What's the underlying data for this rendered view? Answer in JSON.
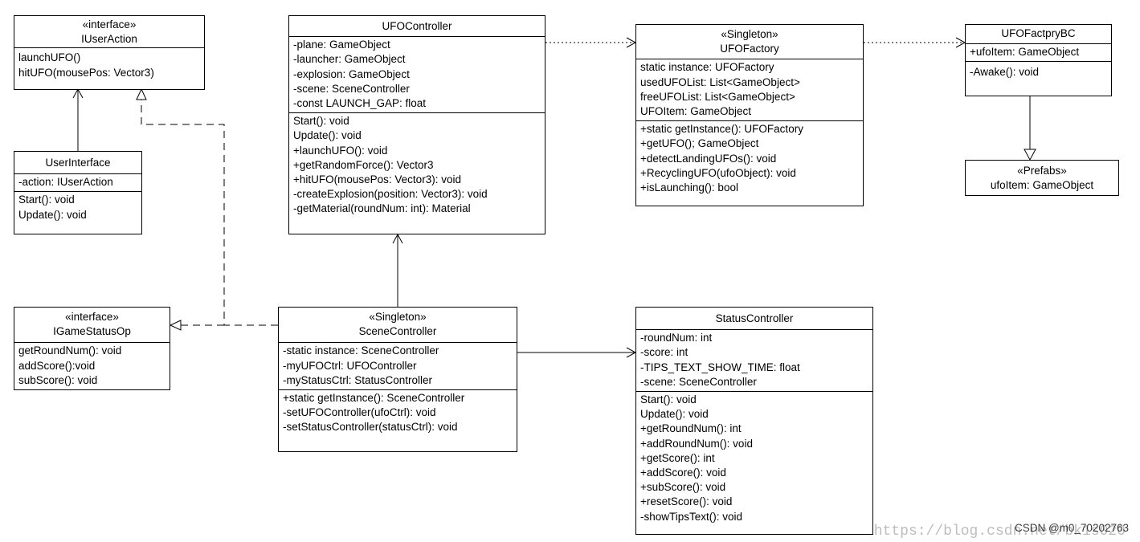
{
  "classes": {
    "iuseraction": {
      "stereotype": "«interface»",
      "name": "IUserAction",
      "attributes": [],
      "methods": [
        "launchUFO()",
        "hitUFO(mousePos: Vector3)"
      ]
    },
    "userinterface": {
      "name": "UserInterface",
      "attributes": [
        "-action: IUserAction"
      ],
      "methods": [
        "Start(): void",
        "Update(): void"
      ]
    },
    "ufocontroller": {
      "name": "UFOController",
      "attributes": [
        "-plane: GameObject",
        "-launcher: GameObject",
        "-explosion: GameObject",
        "-scene: SceneController",
        "-const LAUNCH_GAP: float"
      ],
      "methods": [
        "Start(): void",
        "Update(): void",
        "+launchUFO(): void",
        "+getRandomForce(): Vector3",
        "+hitUFO(mousePos: Vector3): void",
        "-createExplosion(position: Vector3): void",
        "-getMaterial(roundNum: int): Material"
      ]
    },
    "ufofactory": {
      "stereotype": "«Singleton»",
      "name": "UFOFactory",
      "attributes": [
        "static instance: UFOFactory",
        "usedUFOList: List<GameObject>",
        "freeUFOList: List<GameObject>",
        "UFOItem: GameObject"
      ],
      "methods": [
        "+static getInstance(): UFOFactory",
        "+getUFO(); GameObject",
        "+detectLandingUFOs(): void",
        "+RecyclingUFO(ufoObject): void",
        "+isLaunching(): bool"
      ]
    },
    "ufofactprybc": {
      "name": "UFOFactpryBC",
      "attributes": [
        "+ufoItem: GameObject"
      ],
      "methods": [
        "-Awake(): void"
      ]
    },
    "prefabs": {
      "stereotype": "«Prefabs»",
      "name": "ufoItem: GameObject"
    },
    "igamestatusop": {
      "stereotype": "«interface»",
      "name": "IGameStatusOp",
      "attributes": [],
      "methods": [
        "getRoundNum(): void",
        "addScore():void",
        "subScore(): void"
      ]
    },
    "scenecontroller": {
      "stereotype": "«Singleton»",
      "name": "SceneController",
      "attributes": [
        "-static instance: SceneController",
        "-myUFOCtrl: UFOController",
        "-myStatusCtrl: StatusController"
      ],
      "methods": [
        "+static getInstance(): SceneController",
        "-setUFOController(ufoCtrl): void",
        "-setStatusController(statusCtrl): void"
      ]
    },
    "statuscontroller": {
      "name": "StatusController",
      "attributes": [
        "-roundNum: int",
        "-score: int",
        "-TIPS_TEXT_SHOW_TIME: float",
        "-scene: SceneController"
      ],
      "methods": [
        "Start(): void",
        "Update(): void",
        "+getRoundNum(): int",
        "+addRoundNum(): void",
        "+getScore(): int",
        "+addScore(): void",
        "+subScore(): void",
        "+resetScore(): void",
        "-showTipsText(): void"
      ]
    }
  },
  "watermark": "https://blog.csdn.net/bk1s020",
  "footer": "CSDN @m0_70202763"
}
